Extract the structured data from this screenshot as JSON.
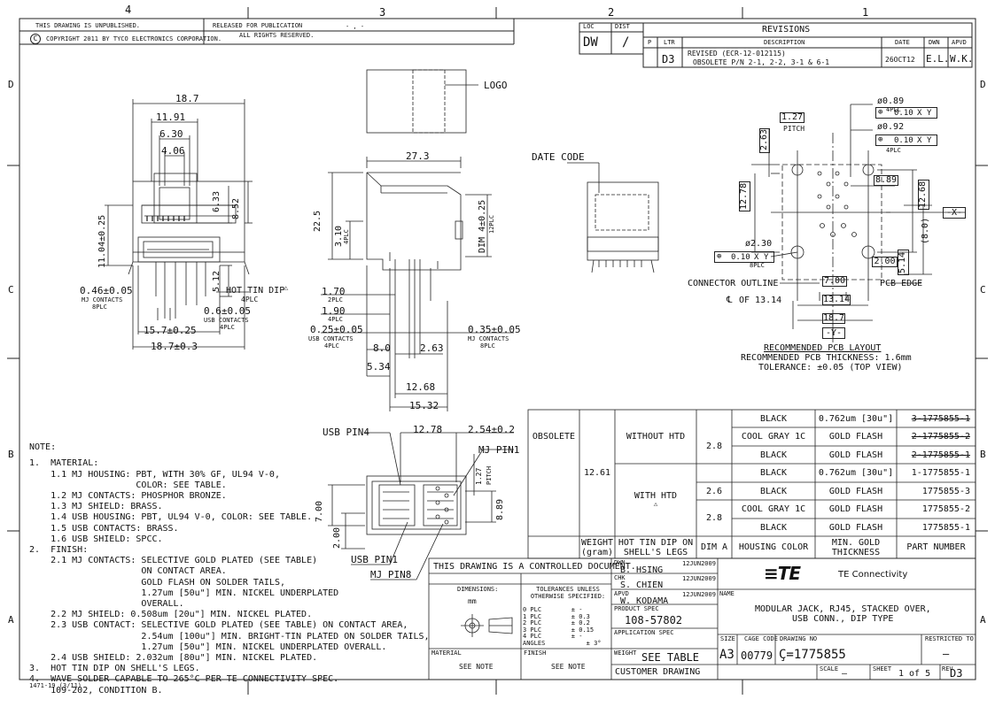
{
  "zones": {
    "top": [
      "4",
      "3",
      "2",
      "1"
    ],
    "left": [
      "D",
      "C",
      "B",
      "A"
    ],
    "right": [
      "D",
      "C",
      "B",
      "A"
    ]
  },
  "header": {
    "unpublished": "THIS DRAWING IS UNPUBLISHED.",
    "released": "RELEASED FOR PUBLICATION",
    "released_val": "- , -",
    "copyright": "COPYRIGHT   2011     BY TYCO ELECTRONICS CORPORATION.",
    "rights": "ALL RIGHTS RESERVED.",
    "copyright_symbol": "C"
  },
  "loc": {
    "loc_label": "LOC",
    "dist_label": "DIST",
    "loc_val": "DW",
    "dist_val": "/"
  },
  "revisions": {
    "title": "REVISIONS",
    "cols": [
      "P",
      "LTR",
      "DESCRIPTION",
      "DATE",
      "DWN",
      "APVD"
    ],
    "ltr": "D3",
    "desc1": "REVISED (ECR-12-012115)",
    "desc2": "OBSOLETE P/N 2-1, 2-2, 3-1 & 6-1",
    "date": "26OCT12",
    "dwn": "E.L.",
    "apvd": "W.K."
  },
  "front": {
    "d187": "18.7",
    "d1191": "11.91",
    "d630": "6.30",
    "d406": "4.06",
    "d633": "6.33",
    "d852": "8.52",
    "d1104": "11.04±0.25",
    "d512": "5.12",
    "hot": "HOT TIN DIP",
    "hot_plc": "4PLC",
    "d046": "0.46±0.05",
    "mj": "MJ CONTACTS",
    "plc8": "8PLC",
    "d06": "0.6±0.05",
    "usb": "USB CONTACTS",
    "plc4": "4PLC",
    "d157": "15.7±0.25",
    "d1870": "18.7±0.3"
  },
  "side": {
    "d273": "27.3",
    "d225": "22.5",
    "d310": "3.10",
    "plc4": "4PLC",
    "dim4": "DIM 4±0.25",
    "plc12": "12PLC",
    "d170": "1.70",
    "plc2": "2PLC",
    "d190": "1.90",
    "plc4b": "4PLC",
    "d025": "0.25±0.05",
    "usbc": "USB CONTACTS",
    "plc4c": "4PLC",
    "d035": "0.35±0.05",
    "mjc": "MJ CONTACTS",
    "plc8": "8PLC",
    "d80": "8.0",
    "d263": "2.63",
    "d534": "5.34",
    "d1268": "12.68",
    "d1532": "15.32"
  },
  "top_view": {
    "logo": "LOGO",
    "date_code": "DATE CODE"
  },
  "pcb": {
    "d089": "ø0.89",
    "plc4": "4PLC",
    "d092": "ø0.92",
    "plc4b": "4PLC",
    "tol": "0.10",
    "x": "X",
    "y": "Y",
    "d127": "1.27",
    "pitch": "PITCH",
    "d263": "2.63",
    "d889": "8.89",
    "d1278": "12.78",
    "d1268": "12.68",
    "xl": "-X-",
    "d80": "(8.0)",
    "d230": "ø2.30",
    "plc8": "8PLC",
    "d200": "2.00",
    "d514": "5.14",
    "d700": "7.00",
    "connector": "CONNECTOR OUTLINE",
    "pcbedge": "PCB EDGE",
    "cl": "OF 13.14",
    "d1314": "13.14",
    "d187": "18.7",
    "yl": "-Y-",
    "rec1": "RECOMMENDED PCB LAYOUT",
    "rec2": "RECOMMENDED PCB THICKNESS: 1.6mm",
    "rec3": "TOLERANCE: ±0.05 (TOP VIEW)"
  },
  "bottom": {
    "usb4": "USB PIN4",
    "d1278": "12.78",
    "d254": "2.54±0.2",
    "mj1": "MJ PIN1",
    "d127": "1.27",
    "pitch": "PITCH",
    "d700": "7.00",
    "d200": "2.00",
    "d889": "8.89",
    "usb1": "USB PIN1",
    "mj8": "MJ PIN8"
  },
  "notes": [
    "NOTE:",
    "1.  MATERIAL:",
    "    1.1 MJ HOUSING: PBT, WITH 30% GF, UL94 V-0,",
    "                    COLOR: SEE TABLE.",
    "    1.2 MJ CONTACTS: PHOSPHOR BRONZE.",
    "    1.3 MJ SHIELD: BRASS.",
    "    1.4 USB HOUSING: PBT, UL94 V-0, COLOR: SEE TABLE.",
    "    1.5 USB CONTACTS: BRASS.",
    "    1.6 USB SHIELD: SPCC.",
    "2.  FINISH:",
    "    2.1 MJ CONTACTS: SELECTIVE GOLD PLATED (SEE TABLE)",
    "                     ON CONTACT AREA.",
    "                     GOLD FLASH ON SOLDER TAILS,",
    "                     1.27um [50u\"] MIN. NICKEL UNDERPLATED",
    "                     OVERALL.",
    "    2.2 MJ SHIELD: 0.508um [20u\"] MIN. NICKEL PLATED.",
    "    2.3 USB CONTACT: SELECTIVE GOLD PLATED (SEE TABLE) ON CONTACT AREA,",
    "                     2.54um [100u\"] MIN. BRIGHT-TIN PLATED ON SOLDER TAILS,",
    "                     1.27um [50u\"] MIN. NICKEL UNDERPLATED OVERALL.",
    "    2.4 USB SHIELD: 2.032um [80u\"] MIN. NICKEL PLATED.",
    "3.  HOT TIN DIP ON SHELL'S LEGS.",
    "4.  WAVE SOLDER CAPABLE TO 265°C PER TE CONNECTIVITY SPEC.",
    "    109-202, CONDITION B."
  ],
  "form_no": "1471-19  (3/11)",
  "table": {
    "rows": [
      {
        "color": "BLACK",
        "gold": "0.762um [30u\"]",
        "pn": "3-1775855-1",
        "obsolete": true
      },
      {
        "color": "COOL GRAY 1C",
        "gold": "GOLD FLASH",
        "pn": "2-1775855-2",
        "obsolete": true
      },
      {
        "color": "BLACK",
        "gold": "GOLD FLASH",
        "pn": "2-1775855-1",
        "obsolete": true
      },
      {
        "color": "BLACK",
        "gold": "0.762um [30u\"]",
        "pn": "1-1775855-1",
        "obsolete": false
      },
      {
        "color": "BLACK",
        "gold": "GOLD FLASH",
        "pn": "1775855-3",
        "obsolete": false
      },
      {
        "color": "COOL GRAY 1C",
        "gold": "GOLD FLASH",
        "pn": "1775855-2",
        "obsolete": false
      },
      {
        "color": "BLACK",
        "gold": "GOLD FLASH",
        "pn": "1775855-1",
        "obsolete": false
      }
    ],
    "obsolete": "OBSOLETE",
    "without": "WITHOUT HTD",
    "with": "WITH HTD",
    "weight": "12.61",
    "dim_a_1": "2.8",
    "dim_a_2": "2.8",
    "dim_a_3": "2.6",
    "dim_a_4": "2.8",
    "warn": "3",
    "h_weight1": "WEIGHT",
    "h_weight2": "(gram)",
    "h_hot1": "HOT TIN DIP ON",
    "h_hot2": "SHELL'S LEGS",
    "h_dim": "DIM A",
    "h_color": "HOUSING COLOR",
    "h_gold1": "MIN. GOLD",
    "h_gold2": "THICKNESS",
    "h_pn": "PART NUMBER"
  },
  "title_block": {
    "controlled": "THIS DRAWING IS A CONTROLLED DOCUMENT.",
    "dwn_l": "DWN",
    "dwn": "B. HSING",
    "dwn_d": "12JUN2009",
    "chk_l": "CHK",
    "chk": "S. CHIEN",
    "chk_d": "12JUN2009",
    "apvd_l": "APVD",
    "apvd": "W. KODAMA",
    "apvd_d": "12JUN2009",
    "dims_l": "DIMENSIONS:",
    "dims": "mm",
    "tol_l": "TOLERANCES UNLESS OTHERWISE SPECIFIED:",
    "tol_rows": [
      "0 PLC        ± -",
      "1 PLC        ± 0.3",
      "2 PLC        ± 0.2",
      "3 PLC        ± 0.15",
      "4 PLC        ± -",
      "ANGLES           ± 3°"
    ],
    "prod_l": "PRODUCT SPEC",
    "prod": "108-57802",
    "app_l": "APPLICATION SPEC",
    "material_l": "MATERIAL",
    "material": "SEE NOTE",
    "finish_l": "FINISH",
    "finish": "SEE NOTE",
    "weight_l": "WEIGHT",
    "weight": "SEE TABLE",
    "customer": "CUSTOMER DRAWING",
    "company": "TE Connectivity",
    "logo": "TE",
    "name_l": "NAME",
    "name1": "MODULAR JACK, RJ45, STACKED OVER,",
    "name2": "USB CONN., DIP TYPE",
    "size_l": "SIZE",
    "size": "A3",
    "cage_l": "CAGE CODE",
    "cage": "00779",
    "dwgno_l": "DRAWING NO",
    "dwgno": "1775855",
    "restricted": "RESTRICTED TO",
    "scale_l": "SCALE",
    "scale": "—",
    "sheet_l": "SHEET",
    "sheet": "1 of 5",
    "rev_l": "REV",
    "rev": "D3"
  }
}
